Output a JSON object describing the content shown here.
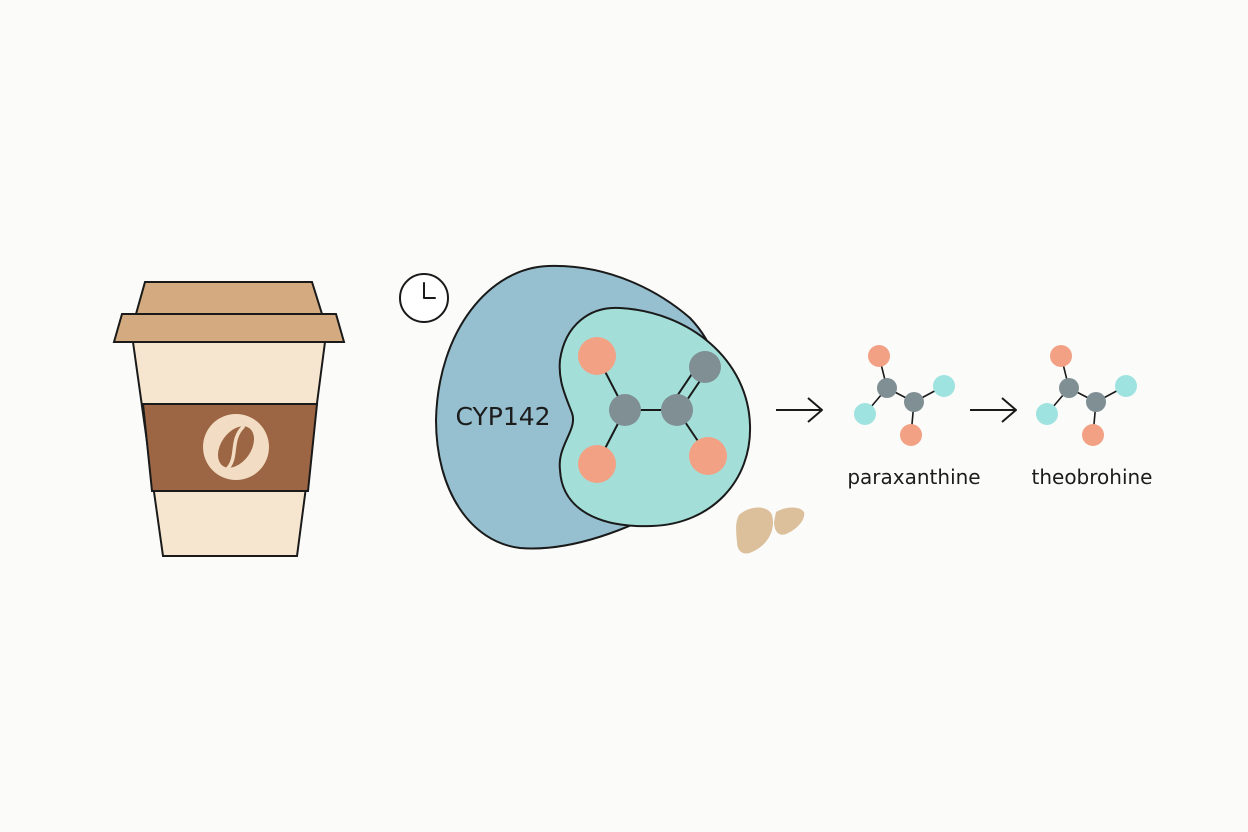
{
  "diagram": {
    "enzyme_label": "CYP142",
    "products": [
      {
        "label": "paraxanthine"
      },
      {
        "label": "theobrohine"
      }
    ],
    "icons": {
      "cup": "coffee-cup-icon",
      "bean": "coffee-bean-icon",
      "clock": "clock-icon",
      "liver": "liver-icon",
      "arrow": "arrow-right-icon"
    },
    "colors": {
      "outline": "#1a1a1a",
      "cup_lid": "#d4aa80",
      "cup_body": "#f7e6cf",
      "cup_sleeve": "#9c6644",
      "bean_disc": "#f2dcc3",
      "enzyme_outer": "#96c0cf",
      "enzyme_inner": "#a3dfd8",
      "atom_orange": "#f2a184",
      "atom_gray": "#7f8f94",
      "atom_teal": "#9ee3e0",
      "liver": "#dcc09c"
    }
  }
}
